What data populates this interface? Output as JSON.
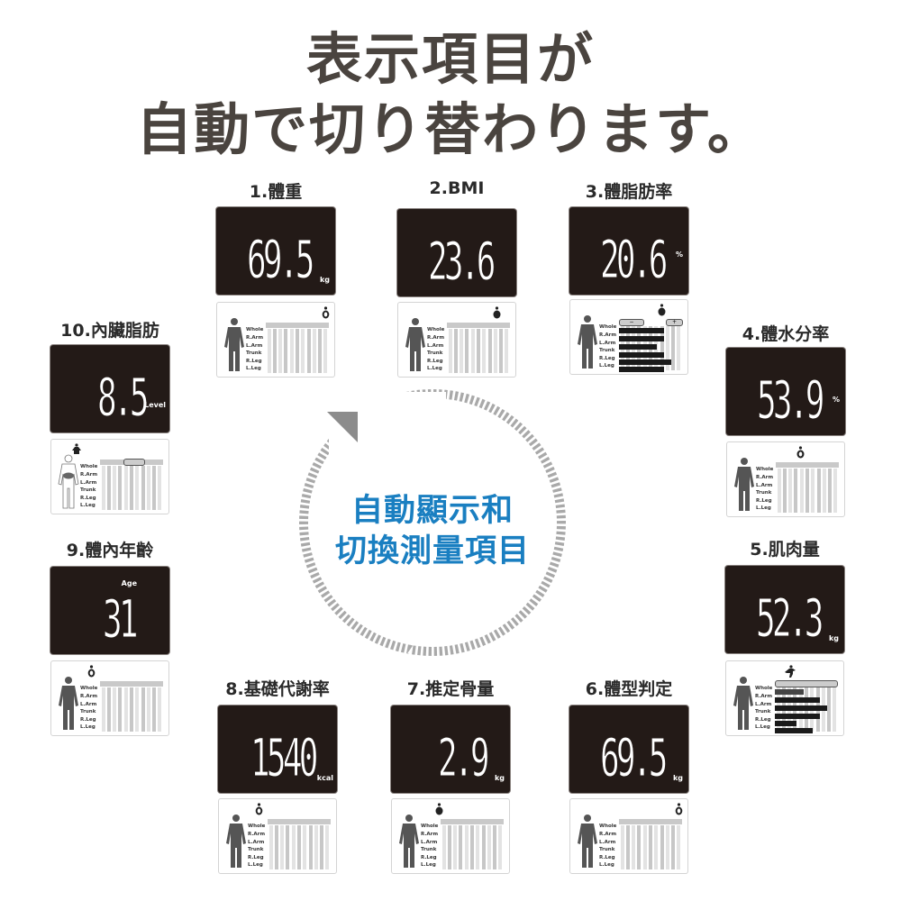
{
  "headline": {
    "line1": "表示項目が",
    "line2": "自動で切り替わります。"
  },
  "center": {
    "line1": "自動顯示和",
    "line2": "切換測量項目",
    "color": "#1a7fc1"
  },
  "segments": [
    "Whole",
    "R.Arm",
    "L.Arm",
    "Trunk",
    "R.Leg",
    "L.Leg"
  ],
  "cards": [
    {
      "label": "1.體重",
      "value": "69.5",
      "unit": "kg"
    },
    {
      "label": "2.BMI",
      "value": "23.6",
      "unit": ""
    },
    {
      "label": "3.體脂肪率",
      "value": "20.6",
      "unit": "%"
    },
    {
      "label": "4.體水分率",
      "value": "53.9",
      "unit": "%"
    },
    {
      "label": "5.肌肉量",
      "value": "52.3",
      "unit": "kg"
    },
    {
      "label": "6.體型判定",
      "value": "69.5",
      "unit": "kg"
    },
    {
      "label": "7.推定骨量",
      "value": "2.9",
      "unit": "kg"
    },
    {
      "label": "8.基礎代謝率",
      "value": "1540",
      "unit": "kcal"
    },
    {
      "label": "9.體內年齡",
      "value": "31",
      "unit": "Age"
    },
    {
      "label": "10.內臟脂肪",
      "value": "8.5",
      "unit": "Level"
    }
  ],
  "bar_panel_minus": "−",
  "bar_panel_plus": "+"
}
